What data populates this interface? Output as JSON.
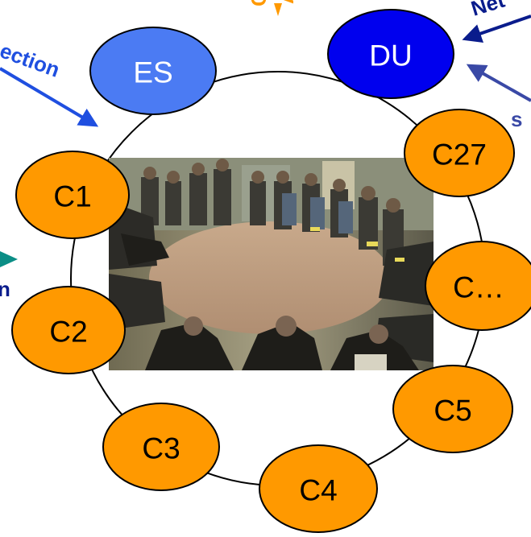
{
  "colors": {
    "orange_node": "#ff9900",
    "es_node": "#4b7bf3",
    "du_node": "#0000ee",
    "navy_arrow": "#0a1c8c",
    "slate_arrow": "#3a49a6",
    "blue_arrow": "#1f4fe0",
    "teal_arrow": "#0b8e86",
    "circle_line": "#000000"
  },
  "nodes": {
    "es": "ES",
    "du": "DU",
    "c1": "C1",
    "c2": "C2",
    "c3": "C3",
    "c4": "C4",
    "c5": "C5",
    "c27": "C27",
    "c_more": "C…"
  },
  "labels": {
    "connection_fragment": "ection",
    "net_fragment": "Net",
    "top_fragment_1": "C",
    "top_fragment_2": "A",
    "s_fragment": "s",
    "n_fragment": "n"
  },
  "photo": {
    "subject": "group-meeting-photo"
  }
}
